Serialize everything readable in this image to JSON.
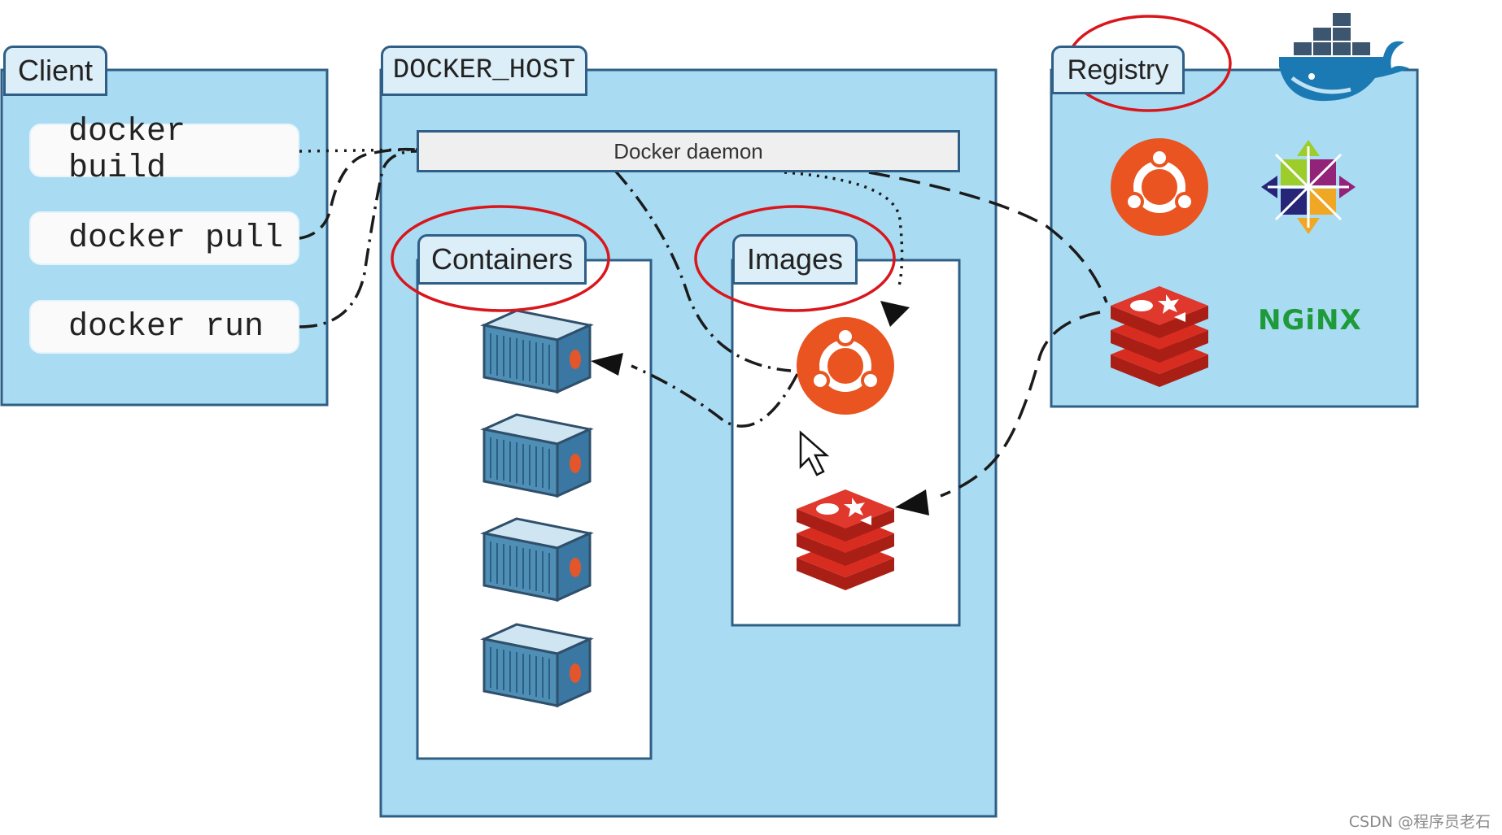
{
  "client": {
    "title": "Client",
    "commands": [
      "docker build",
      "docker pull",
      "docker run"
    ]
  },
  "docker_host": {
    "title": "DOCKER_HOST",
    "daemon_label": "Docker daemon",
    "containers_title": "Containers",
    "images_title": "Images"
  },
  "registry": {
    "title": "Registry",
    "nginx_label": "NGiNX"
  },
  "watermark": "CSDN @程序员老石",
  "icons": {
    "container": "shipping-container-icon",
    "ubuntu": "ubuntu-logo",
    "redis": "redis-logo",
    "centos": "centos-logo",
    "docker": "docker-whale-logo",
    "cursor": "mouse-cursor"
  },
  "colors": {
    "panel": "#a9dcf2",
    "border": "#2f5f86",
    "highlight": "#d9161c",
    "ubuntu": "#e95420",
    "redis": "#d82c20",
    "nginx": "#1f9a3a"
  }
}
